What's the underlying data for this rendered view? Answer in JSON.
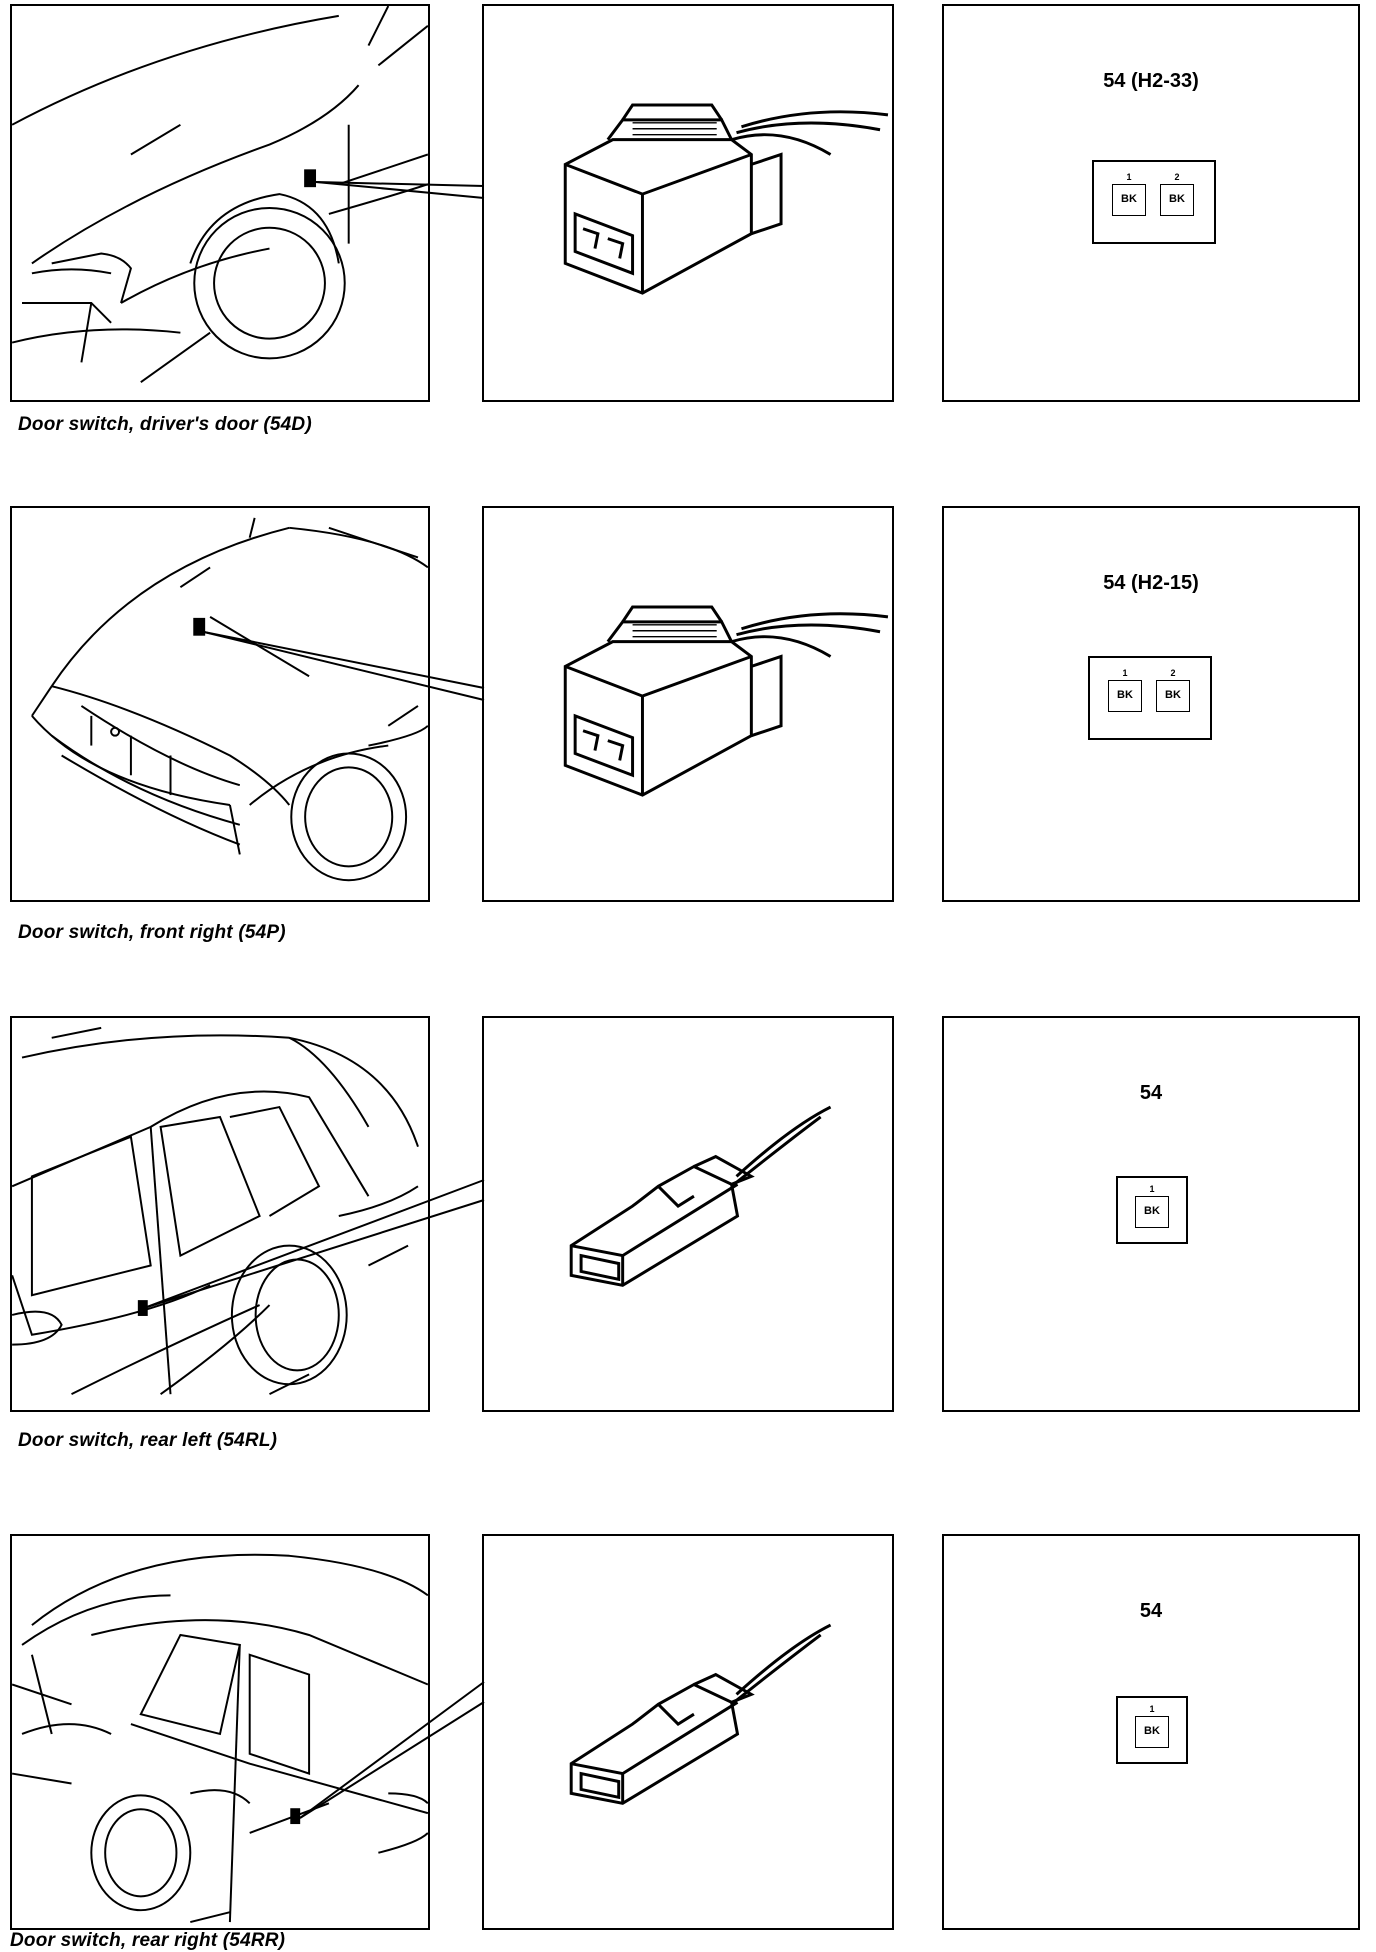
{
  "rows": [
    {
      "caption": "Door switch, driver's door (54D)",
      "connector": {
        "title": "54 (H2-33)",
        "pins": [
          {
            "number": "1",
            "color": "BK"
          },
          {
            "number": "2",
            "color": "BK"
          }
        ]
      }
    },
    {
      "caption": "Door switch, front right (54P)",
      "connector": {
        "title": "54 (H2-15)",
        "pins": [
          {
            "number": "1",
            "color": "BK"
          },
          {
            "number": "2",
            "color": "BK"
          }
        ]
      }
    },
    {
      "caption": "Door switch, rear left (54RL)",
      "connector": {
        "title": "54",
        "pins": [
          {
            "number": "1",
            "color": "BK"
          }
        ]
      }
    },
    {
      "caption": "Door switch, rear right (54RR)",
      "connector": {
        "title": "54",
        "pins": [
          {
            "number": "1",
            "color": "BK"
          }
        ]
      }
    }
  ]
}
